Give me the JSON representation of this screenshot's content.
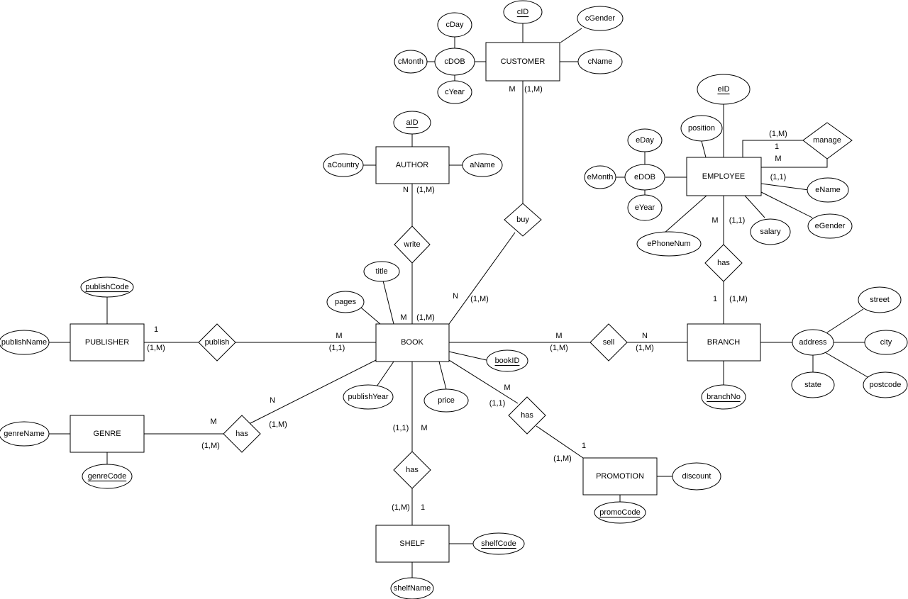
{
  "entities": {
    "customer": "CUSTOMER",
    "author": "AUTHOR",
    "employee": "EMPLOYEE",
    "publisher": "PUBLISHER",
    "book": "BOOK",
    "branch": "BRANCH",
    "genre": "GENRE",
    "promotion": "PROMOTION",
    "shelf": "SHELF"
  },
  "relationships": {
    "buy": "buy",
    "write": "write",
    "manage": "manage",
    "employee_branch_has": "has",
    "publish": "publish",
    "sell": "sell",
    "book_genre_has": "has",
    "book_promotion_has": "has",
    "book_shelf_has": "has"
  },
  "attributes": {
    "cID": "cID",
    "cGender": "cGender",
    "cDay": "cDay",
    "cMonth": "cMonth",
    "cDOB": "cDOB",
    "cName": "cName",
    "cYear": "cYear",
    "aID": "aID",
    "aCountry": "aCountry",
    "aName": "aName",
    "eID": "eID",
    "position": "position",
    "eDay": "eDay",
    "eMonth": "eMonth",
    "eDOB": "eDOB",
    "eName": "eName",
    "eYear": "eYear",
    "salary": "salary",
    "eGender": "eGender",
    "ePhoneNum": "ePhoneNum",
    "title": "title",
    "pages": "pages",
    "publishCode": "publishCode",
    "publishName": "publishName",
    "bookID": "bookID",
    "publishYear": "publishYear",
    "price": "price",
    "street": "street",
    "address": "address",
    "city": "city",
    "state": "state",
    "postcode": "postcode",
    "branchNo": "branchNo",
    "genreName": "genreName",
    "genreCode": "genreCode",
    "discount": "discount",
    "promoCode": "promoCode",
    "shelfCode": "shelfCode",
    "shelfName": "shelfName"
  },
  "key_attributes": [
    "cID",
    "aID",
    "eID",
    "publishCode",
    "bookID",
    "branchNo",
    "genreCode",
    "promoCode",
    "shelfCode"
  ],
  "cardinalities": {
    "customer_buy_m": "M",
    "customer_buy_min": "(1,M)",
    "author_write_n": "N",
    "author_write_min": "(1,M)",
    "manage_top_min": "(1,M)",
    "manage_one": "1",
    "manage_m": "M",
    "employee_one_one": "(1,1)",
    "employee_has_m": "M",
    "employee_has_min": "(1,1)",
    "book_buy_n": "N",
    "book_buy_min": "(1,M)",
    "book_write_m": "M",
    "book_write_min": "(1,M)",
    "branch_has_one": "1",
    "branch_has_min": "(1,M)",
    "publisher_one": "1",
    "publisher_min": "(1,M)",
    "book_publish_m": "M",
    "book_publish_min": "(1,1)",
    "book_sell_m": "M",
    "book_sell_min": "(1,M)",
    "branch_sell_n": "N",
    "branch_sell_min": "(1,M)",
    "book_genre_n": "N",
    "book_genre_min": "(1,M)",
    "genre_m": "M",
    "genre_min": "(1,M)",
    "book_promo_m": "M",
    "book_promo_min": "(1,1)",
    "promo_one": "1",
    "promo_min": "(1,M)",
    "book_shelf_min": "(1,1)",
    "book_shelf_m": "M",
    "shelf_min": "(1,M)",
    "shelf_one": "1"
  }
}
